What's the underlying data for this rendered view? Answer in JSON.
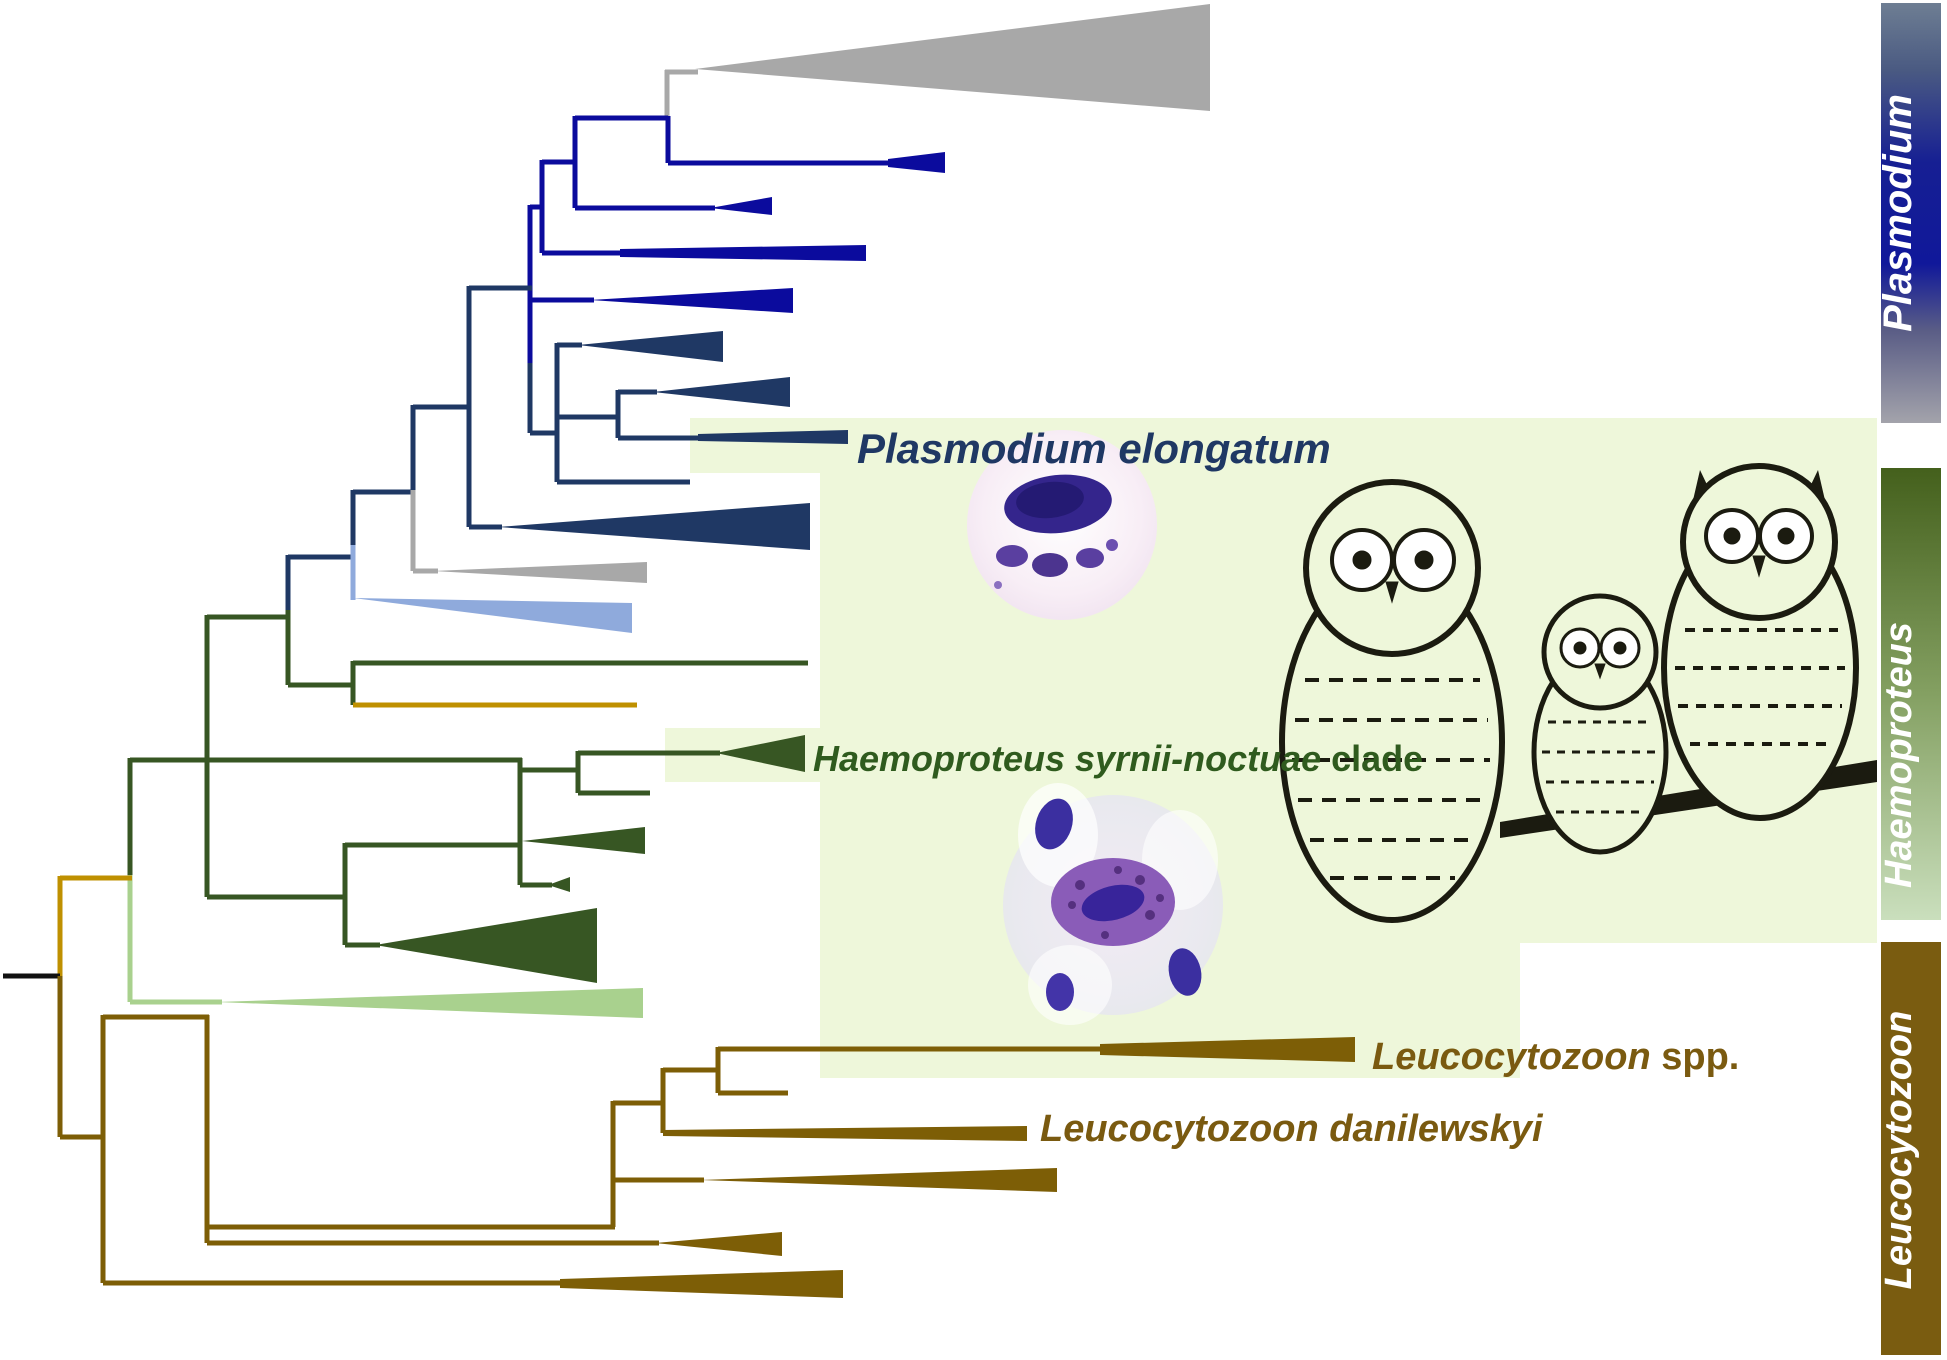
{
  "figure_type": "phylogenetic-tree",
  "labels": {
    "plasmodium_elongatum": "Plasmodium elongatum",
    "haemoproteus_syrnii": "Haemoproteus syrnii-noctuae",
    "clade_suffix": " clade",
    "leucocytozoon_genus": "Leucocytozoon",
    "spp_suffix": " spp.",
    "leucocytozoon_danilewskyi": "Leucocytozoon danilewskyi"
  },
  "sidebar": {
    "plasmodium": {
      "label": "Plasmodium",
      "gradient_top": "#6e7e93",
      "gradient_mid": "#10189a",
      "gradient_bottom": "#a3a3ab"
    },
    "haemoproteus": {
      "label": "Haemoproteus",
      "gradient_top": "#44601c",
      "gradient_bottom": "#cadfbd"
    },
    "leucocytozoon": {
      "label": "Leucocytozoon",
      "color": "#7a5c10"
    }
  },
  "tree": {
    "genera_sections": [
      "Plasmodium",
      "Haemoproteus",
      "Leucocytozoon"
    ],
    "highlighted_taxa": [
      "Plasmodium elongatum",
      "Haemoproteus syrnii-noctuae clade",
      "Leucocytozoon spp."
    ],
    "other_labeled_taxa": [
      "Leucocytozoon danilewskyi"
    ],
    "collapsed_clades_shown_as_triangles": true
  },
  "colors": {
    "highlight_band": "#eef7da",
    "royal_navy": "#0b0b9d",
    "slate_navy": "#1f3864",
    "gray": "#a8a8a8",
    "light_blue": "#8faadc",
    "dark_green": "#375623",
    "light_green": "#a9d18e",
    "gold": "#bf9000",
    "brown": "#7d5e06",
    "label_navy": "#1f3864",
    "label_green": "#2f5b1e",
    "label_brown": "#7a5a10"
  }
}
